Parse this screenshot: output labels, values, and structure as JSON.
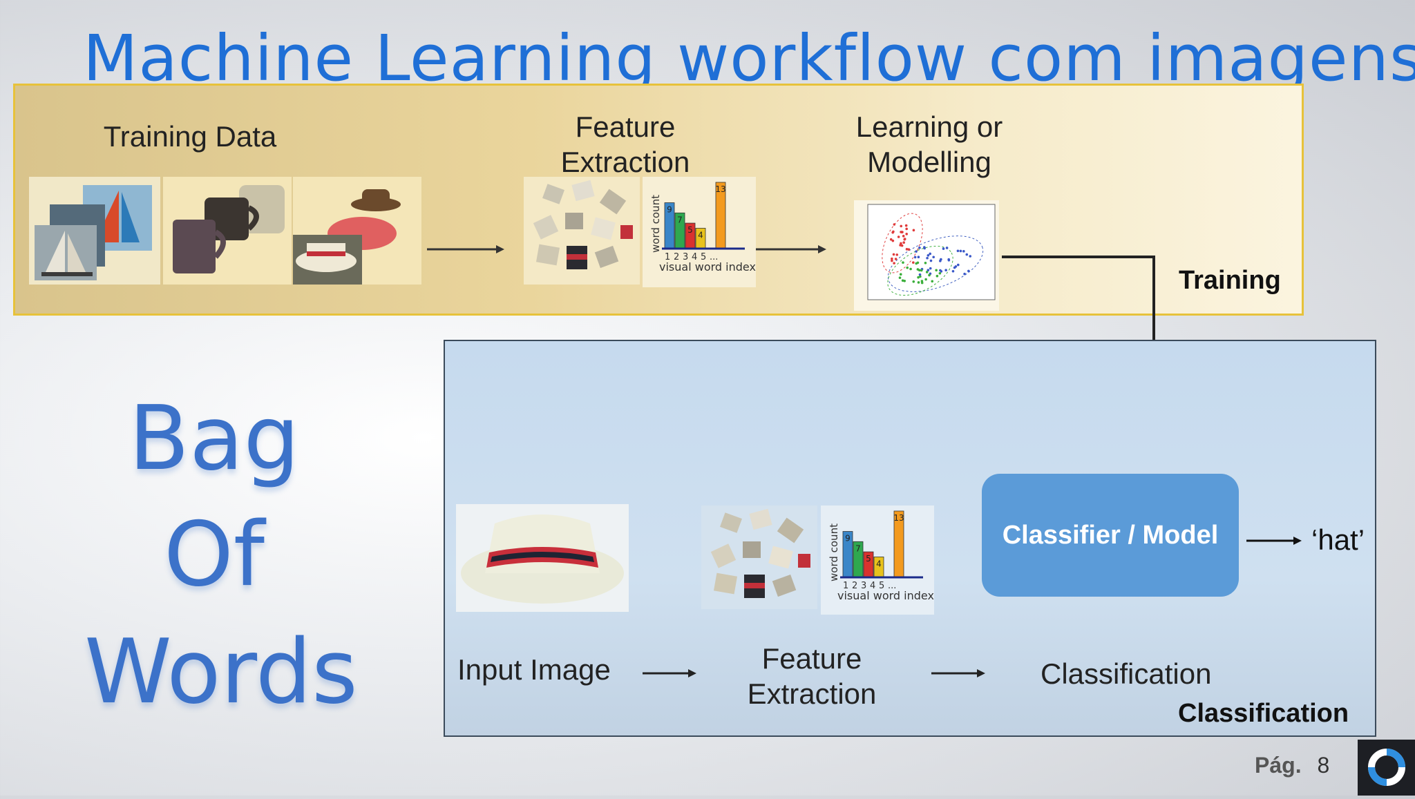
{
  "slide": {
    "title": "Machine Learning workflow com imagens",
    "side_title": [
      "Bag",
      "Of",
      "Words"
    ],
    "page_label": "Pág.",
    "page_number": "8"
  },
  "training": {
    "section_label": "Training",
    "steps": {
      "training_data": "Training Data",
      "feature_extraction": [
        "Feature",
        "Extraction"
      ],
      "learning": [
        "Learning or",
        "Modelling"
      ]
    }
  },
  "classification": {
    "section_label": "Classification",
    "steps": {
      "input_image": "Input Image",
      "feature_extraction": [
        "Feature",
        "Extraction"
      ],
      "classification": "Classification"
    },
    "classifier_label": "Classifier / Model",
    "output": "‘hat’"
  },
  "histogram": {
    "ylabel": "word count",
    "xlabel": "visual word index",
    "ticks": [
      "1",
      "2",
      "3",
      "4",
      "5",
      "..."
    ],
    "bar_labels": [
      "9",
      "7",
      "5",
      "4",
      "13"
    ],
    "values": [
      9,
      7,
      5,
      4,
      13
    ],
    "colors": [
      "#3a86c8",
      "#2fa84f",
      "#d9322f",
      "#e8c21c",
      "#f39a1e"
    ]
  },
  "colors": {
    "title": "#1f6fd6",
    "training_border": "#e7c23a",
    "classifier_fill": "#5b9bd8",
    "bag_of_words": "#3c72c9"
  }
}
